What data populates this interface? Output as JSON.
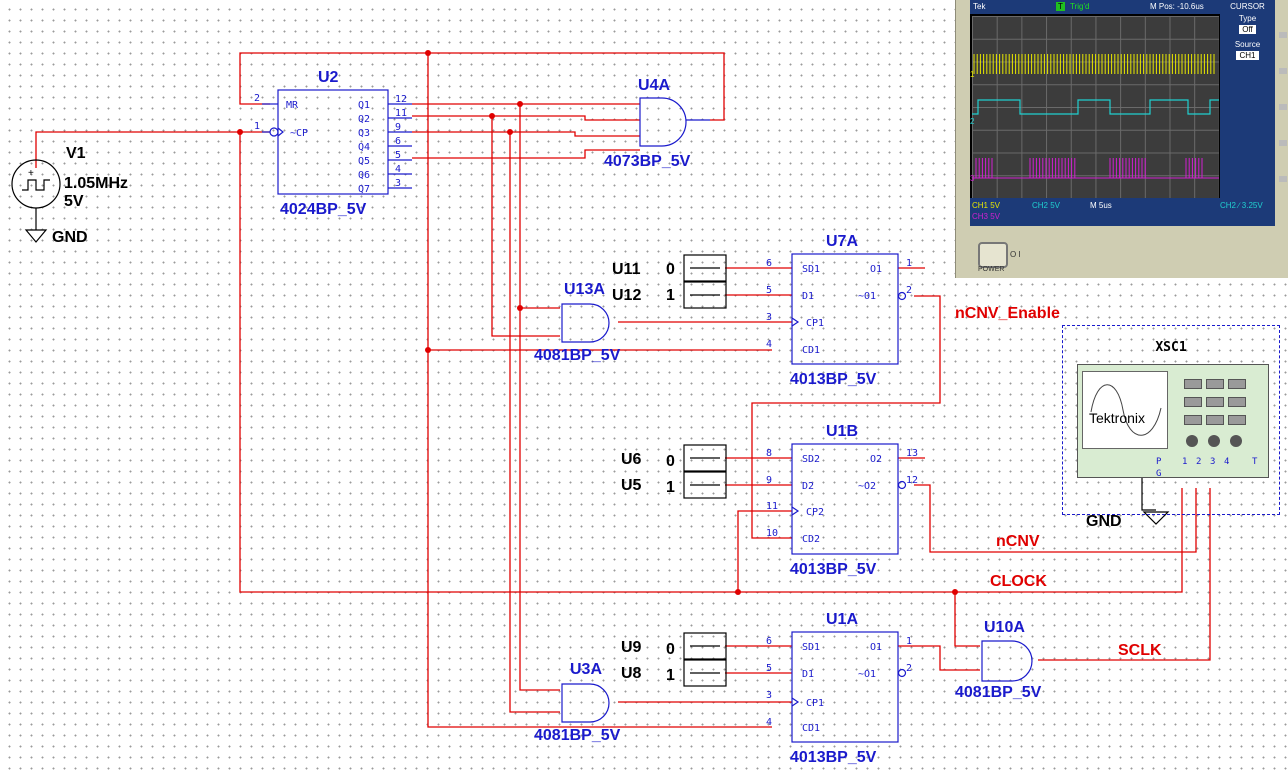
{
  "title": "Multisim schematic with Tektronix oscilloscope XSC1",
  "source": {
    "ref": "V1",
    "freq": "1.05MHz",
    "volt": "5V",
    "gnd": "GND"
  },
  "components": {
    "u2": {
      "ref": "U2",
      "part": "4024BP_5V",
      "pins_left": [
        "MR",
        "~CP"
      ],
      "pins_left_num": [
        "2",
        "1"
      ],
      "pins_right": [
        "Q1",
        "Q2",
        "Q3",
        "Q4",
        "Q5",
        "Q6",
        "Q7"
      ],
      "pins_right_num": [
        "12",
        "11",
        "9",
        "6",
        "5",
        "4",
        "3"
      ]
    },
    "u4a": {
      "ref": "U4A",
      "part": "4073BP_5V"
    },
    "u7a": {
      "ref": "U7A",
      "part": "4013BP_5V",
      "pins_left": [
        "SD1",
        "D1",
        "CP1",
        "CD1"
      ],
      "pins_left_num": [
        "6",
        "5",
        "3",
        "4"
      ],
      "pins_right": [
        "O1",
        "~O1"
      ],
      "pins_right_num": [
        "1",
        "2"
      ]
    },
    "u13a": {
      "ref": "U13A",
      "part": "4081BP_5V"
    },
    "u1b": {
      "ref": "U1B",
      "part": "4013BP_5V",
      "pins_left": [
        "SD2",
        "D2",
        "CP2",
        "CD2"
      ],
      "pins_left_num": [
        "8",
        "9",
        "11",
        "10"
      ],
      "pins_right": [
        "O2",
        "~O2"
      ],
      "pins_right_num": [
        "13",
        "12"
      ]
    },
    "u1a": {
      "ref": "U1A",
      "part": "4013BP_5V",
      "pins_left": [
        "SD1",
        "D1",
        "CP1",
        "CD1"
      ],
      "pins_left_num": [
        "6",
        "5",
        "3",
        "4"
      ],
      "pins_right": [
        "O1",
        "~O1"
      ],
      "pins_right_num": [
        "1",
        "2"
      ]
    },
    "u3a": {
      "ref": "U3A",
      "part": "4081BP_5V"
    },
    "u10a": {
      "ref": "U10A",
      "part": "4081BP_5V"
    },
    "u11": {
      "ref": "U11",
      "value": "0"
    },
    "u12": {
      "ref": "U12",
      "value": "1"
    },
    "u6": {
      "ref": "U6",
      "value": "0"
    },
    "u5": {
      "ref": "U5",
      "value": "1"
    },
    "u9": {
      "ref": "U9",
      "value": "0"
    },
    "u8": {
      "ref": "U8",
      "value": "1"
    }
  },
  "nets": {
    "ncnv_enable": "nCNV_Enable",
    "ncnv": "nCNV",
    "clock": "CLOCK",
    "sclk": "SCLK"
  },
  "instrument": {
    "ref": "XSC1",
    "brand": "Tektronix",
    "gnd": "GND",
    "probe_p": "P",
    "probe_g": "G",
    "channels": [
      "1",
      "2",
      "3",
      "4"
    ],
    "trigger": "T"
  },
  "scope": {
    "brand": "Tek",
    "status": "Trig'd",
    "trig_mark": "T",
    "mpos": "M Pos: -10.6us",
    "menu": {
      "title": "CURSOR",
      "type_label": "Type",
      "type_value": "Off",
      "source_label": "Source",
      "source_value": "CH1"
    },
    "footer": {
      "ch1": "CH1  5V",
      "ch2": "CH2  5V",
      "timebase": "M 5us",
      "trig": "CH2 ∕ 3.25V",
      "ch3": "CH3  5V"
    },
    "channel_markers": [
      "1",
      "2",
      "3"
    ],
    "power": "POWER",
    "colors": {
      "ch1": "#e8e800",
      "ch2": "#20d0d0",
      "ch3": "#d020d0"
    }
  }
}
